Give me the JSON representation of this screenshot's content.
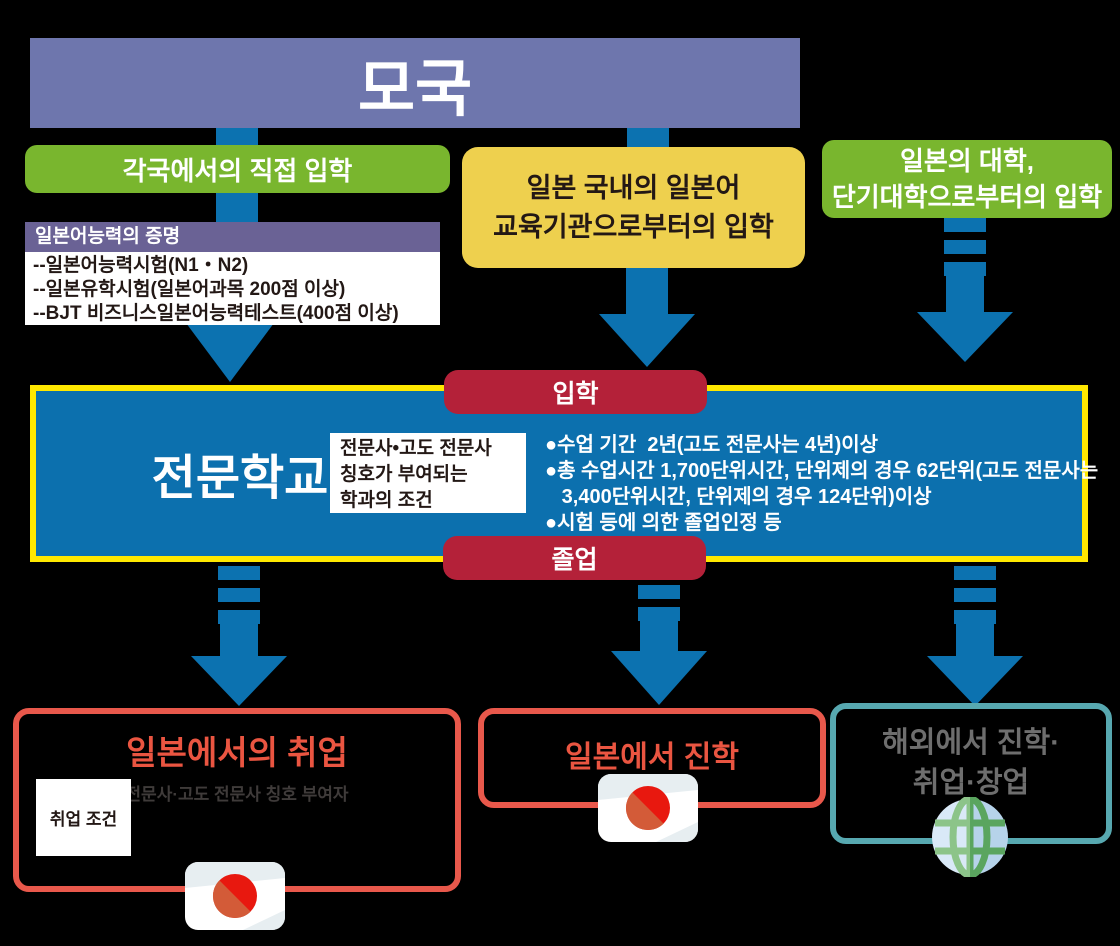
{
  "diagram_title": "모국",
  "colors": {
    "background": "#000000",
    "banner_purple": "#6e76ad",
    "green": "#79b62e",
    "header_purple": "#6a6295",
    "yellow": "#eed04e",
    "arrow_blue": "#0c72b0",
    "main_box_blue": "#0c70ae",
    "main_box_border": "#ffe800",
    "badge_crimson": "#b42139",
    "outcome_red_border": "#e8584b",
    "outcome_red_title": "#ea5541",
    "outcome_teal_border": "#57a8b0",
    "outcome_gray_text": "#6e6e6e"
  },
  "top": {
    "home_label": "모국",
    "left_entry_label": "각국에서의 직접 입학",
    "middle_entry_line1": "일본 국내의 일본어",
    "middle_entry_line2": "교육기관으로부터의 입학",
    "right_entry_line1": "일본의 대학,",
    "right_entry_line2": "단기대학으로부터의 입학",
    "proof_header": "일본어능력의 증명",
    "proof_items": [
      "--일본어능력시험(N1・N2)",
      "--일본유학시험(일본어과목 200점 이상)",
      "--BJT 비즈니스일본어능력테스트(400점 이상)"
    ]
  },
  "school": {
    "admission_badge": "입학",
    "name": "전문학교",
    "condition_title_lines": [
      "전문사•고도 전문사",
      "칭호가 부여되는",
      "학과의 조건"
    ],
    "requirement_lines": [
      "●수업 기간  2년(고도 전문사는 4년)이상",
      "●총 수업시간 1,700단위시간, 단위제의 경우 62단위(고도 전문사는",
      "   3,400단위시간, 단위제의 경우 124단위)이상",
      "●시험 등에 의한 졸업인정 등"
    ],
    "graduation_badge": "졸업"
  },
  "outcomes": {
    "japan_employment": {
      "title": "일본에서의 취업",
      "subtitle": "전문사·고도 전문사 칭호 부여자",
      "note": "취업 조건",
      "icon": "japan-flag-icon"
    },
    "japan_study": {
      "title": "일본에서 진학",
      "icon": "japan-flag-icon"
    },
    "overseas": {
      "title_line1": "해외에서 진학·",
      "title_line2": "취업·창업",
      "icon": "globe-icon"
    }
  }
}
